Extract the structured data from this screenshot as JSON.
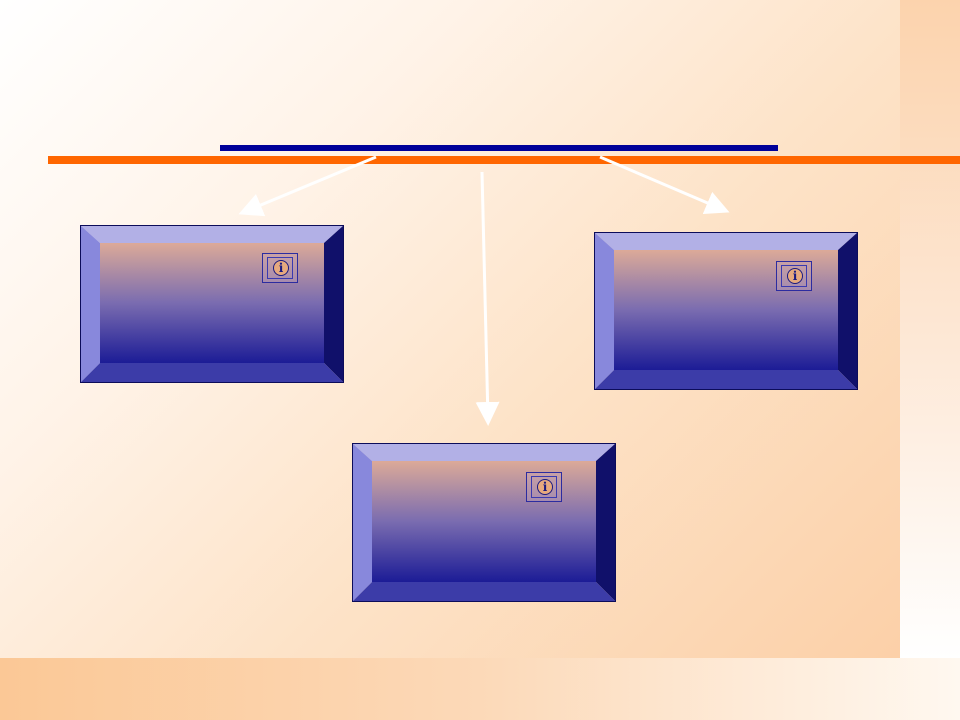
{
  "colors": {
    "title_bar": "#000099",
    "orange_rule": "#ff6600",
    "box_face_top": "#d9a898",
    "box_face_bottom": "#20209a",
    "arrow": "#ffffff"
  },
  "boxes": [
    {
      "id": "left",
      "text": "",
      "info_icon": "info-icon"
    },
    {
      "id": "right",
      "text": "",
      "info_icon": "info-icon"
    },
    {
      "id": "center",
      "text": "",
      "info_icon": "info-icon"
    }
  ],
  "icons": {
    "info_glyph": "i"
  }
}
